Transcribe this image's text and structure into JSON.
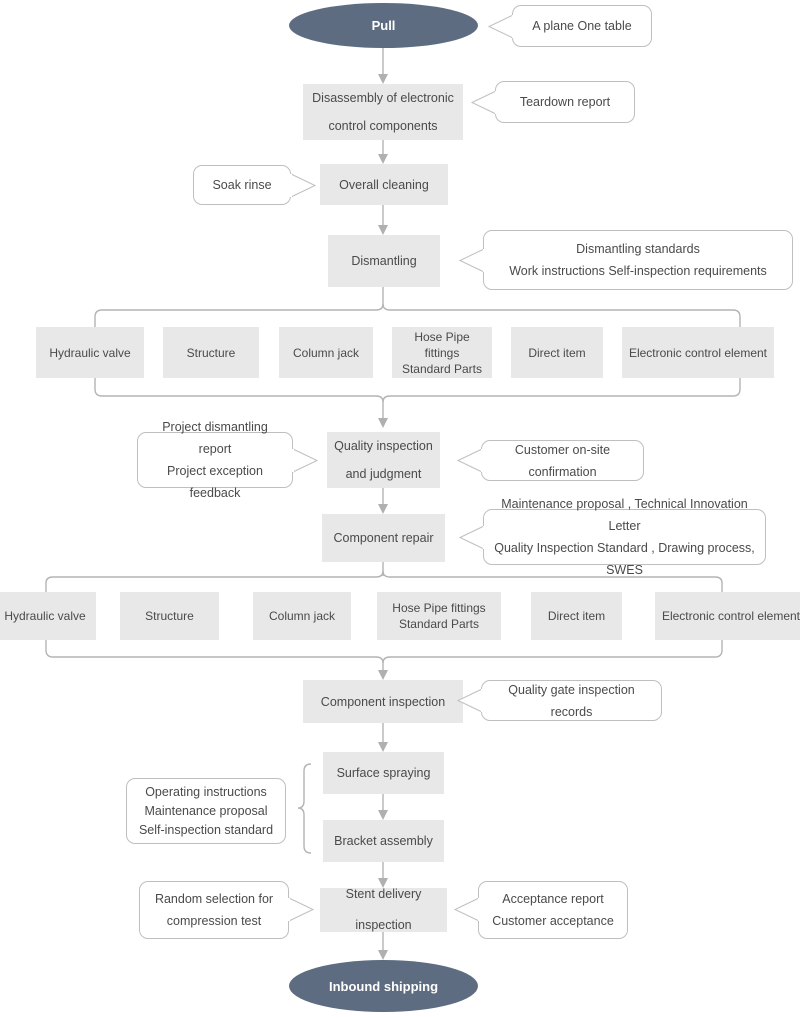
{
  "diagram": {
    "title": "Remanufacturing process flow",
    "colors": {
      "terminal_fill": "#5d6c80",
      "terminal_text": "#ffffff",
      "process_fill": "#e8e8e8",
      "callout_fill": "#ffffff",
      "line": "#b4b4b4",
      "text": "#4a4a4a",
      "background": "#ffffff"
    }
  },
  "nodes": {
    "start": {
      "label": "Pull",
      "shape": "ellipse"
    },
    "disassembly": {
      "line1": "Disassembly of electronic",
      "line2": "control components",
      "shape": "process"
    },
    "cleaning": {
      "label": "Overall cleaning",
      "shape": "process"
    },
    "dismantling": {
      "label": "Dismantling",
      "shape": "process"
    },
    "quality_inspection": {
      "line1": "Quality inspection",
      "line2": "and judgment",
      "shape": "process"
    },
    "component_repair": {
      "label": "Component repair",
      "shape": "process"
    },
    "component_inspection": {
      "label": "Component inspection",
      "shape": "process"
    },
    "surface_spraying": {
      "label": "Surface spraying",
      "shape": "process"
    },
    "bracket_assembly": {
      "label": "Bracket assembly",
      "shape": "process"
    },
    "stent_delivery": {
      "line1": "Stent delivery",
      "line2": "inspection",
      "shape": "process"
    },
    "end": {
      "label": "Inbound shipping",
      "shape": "ellipse"
    }
  },
  "parallel_row_1": {
    "items": [
      {
        "label": "Hydraulic valve"
      },
      {
        "label": "Structure"
      },
      {
        "label": "Column jack"
      },
      {
        "line1": "Hose  Pipe fittings",
        "line2": "Standard Parts"
      },
      {
        "label": "Direct item"
      },
      {
        "label": "Electronic control element"
      }
    ]
  },
  "parallel_row_2": {
    "items": [
      {
        "label": "Hydraulic valve"
      },
      {
        "label": "Structure"
      },
      {
        "label": "Column jack"
      },
      {
        "line1": "Hose  Pipe fittings",
        "line2": "Standard Parts"
      },
      {
        "label": "Direct item"
      },
      {
        "label": "Electronic control element"
      }
    ]
  },
  "callouts": {
    "a_plane_one_table": {
      "lines": [
        "A plane One table"
      ]
    },
    "teardown_report": {
      "lines": [
        "Teardown report"
      ]
    },
    "soak_rinse": {
      "lines": [
        "Soak rinse"
      ]
    },
    "dismantling_standards": {
      "lines": [
        "Dismantling standards",
        "Work instructions   Self-inspection requirements"
      ]
    },
    "project_reports": {
      "lines": [
        "Project dismantling report",
        "Project exception feedback"
      ]
    },
    "customer_onsite": {
      "lines": [
        "Customer on-site confirmation"
      ]
    },
    "maintenance_docs": {
      "lines": [
        "Maintenance proposal , Technical Innovation Letter",
        "Quality Inspection Standard , Drawing process, SWES"
      ]
    },
    "quality_gate": {
      "lines": [
        "Quality gate inspection records"
      ]
    },
    "operating_instructions": {
      "lines": [
        "Operating instructions",
        "Maintenance proposal",
        "Self-inspection standard"
      ]
    },
    "random_selection": {
      "lines": [
        "Random selection for",
        "compression test"
      ]
    },
    "acceptance": {
      "lines": [
        "Acceptance report",
        "Customer acceptance"
      ]
    }
  }
}
